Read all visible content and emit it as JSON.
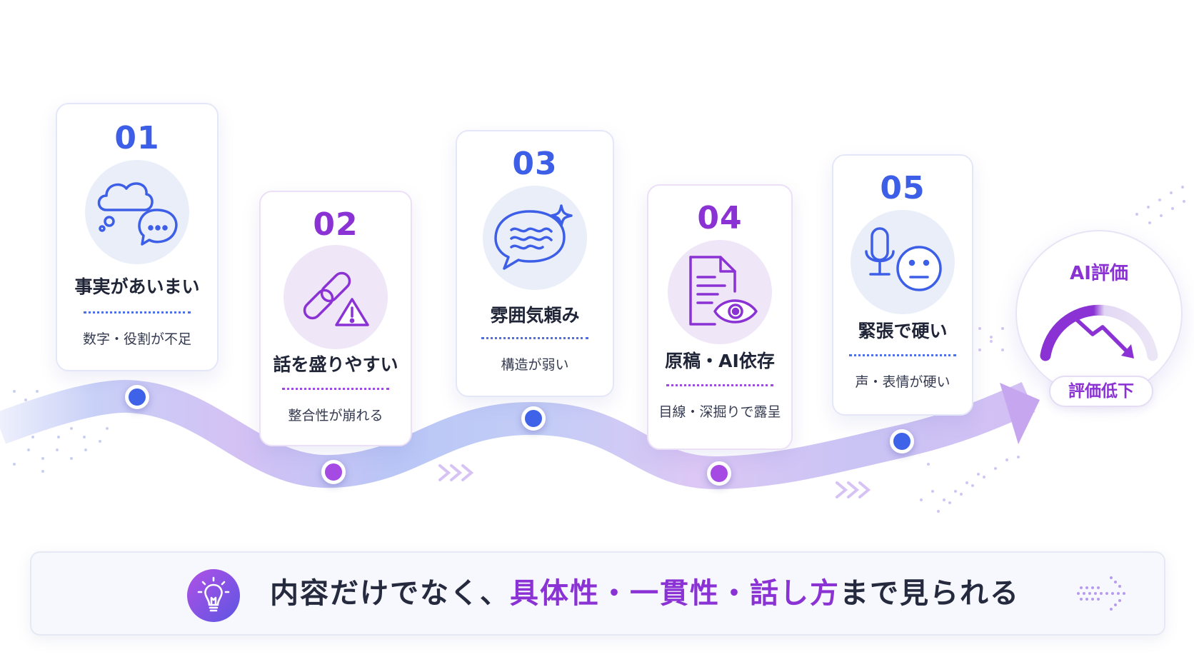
{
  "steps": [
    {
      "number": "01",
      "title": "事実があいまい",
      "desc": "数字・役割が不足",
      "icon": "thought-speech-bubbles-icon",
      "color": "blue"
    },
    {
      "number": "02",
      "title": "話を盛りやすい",
      "desc": "整合性が崩れる",
      "icon": "broken-link-warning-icon",
      "color": "purple"
    },
    {
      "number": "03",
      "title": "雰囲気頼み",
      "desc": "構造が弱い",
      "icon": "wavy-speech-bubble-sparkle-icon",
      "color": "blue"
    },
    {
      "number": "04",
      "title": "原稿・AI依存",
      "desc": "目線・深掘りで露呈",
      "icon": "document-eye-icon",
      "color": "purple"
    },
    {
      "number": "05",
      "title": "緊張で硬い",
      "desc": "声・表情が硬い",
      "icon": "microphone-neutral-face-icon",
      "color": "blue"
    }
  ],
  "gauge": {
    "title": "AI評価",
    "status": "評価低下",
    "icon": "gauge-down-arrow-icon"
  },
  "banner": {
    "icon": "lightbulb-icon",
    "prefix": "内容だけでなく、",
    "highlight": "具体性・一貫性・話し方",
    "suffix": "まで見られる"
  },
  "colors": {
    "blue": "#3d5ee6",
    "purple": "#8a32d4",
    "path_blue": "#b9c5f4",
    "path_purple": "#d8c2f3"
  }
}
